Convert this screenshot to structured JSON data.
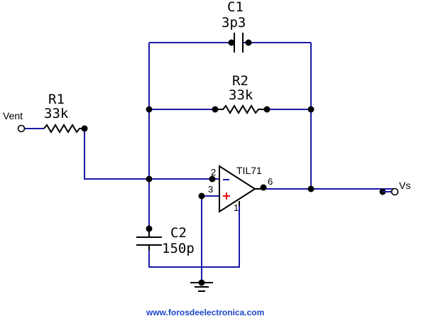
{
  "components": {
    "r1": {
      "ref": "R1",
      "value": "33k"
    },
    "r2": {
      "ref": "R2",
      "value": "33k"
    },
    "c1": {
      "ref": "C1",
      "value": "3p3"
    },
    "c2": {
      "ref": "C2",
      "value": "150p"
    },
    "opamp": {
      "part": "TIL71",
      "pin_inverting": "2",
      "pin_noninverting": "3",
      "pin_output": "6",
      "pin_offset": "1",
      "minus_sign": "−",
      "plus_sign": "+"
    }
  },
  "nets": {
    "input": "Vent",
    "output": "Vs"
  },
  "footer": {
    "website": "www.forosdeelectronica.com"
  },
  "colors": {
    "wire": "#1a1aa6",
    "component": "#000000",
    "minus_sign": "#1a1aa6",
    "plus_sign": "#e01010",
    "website": "#1e46c8"
  }
}
